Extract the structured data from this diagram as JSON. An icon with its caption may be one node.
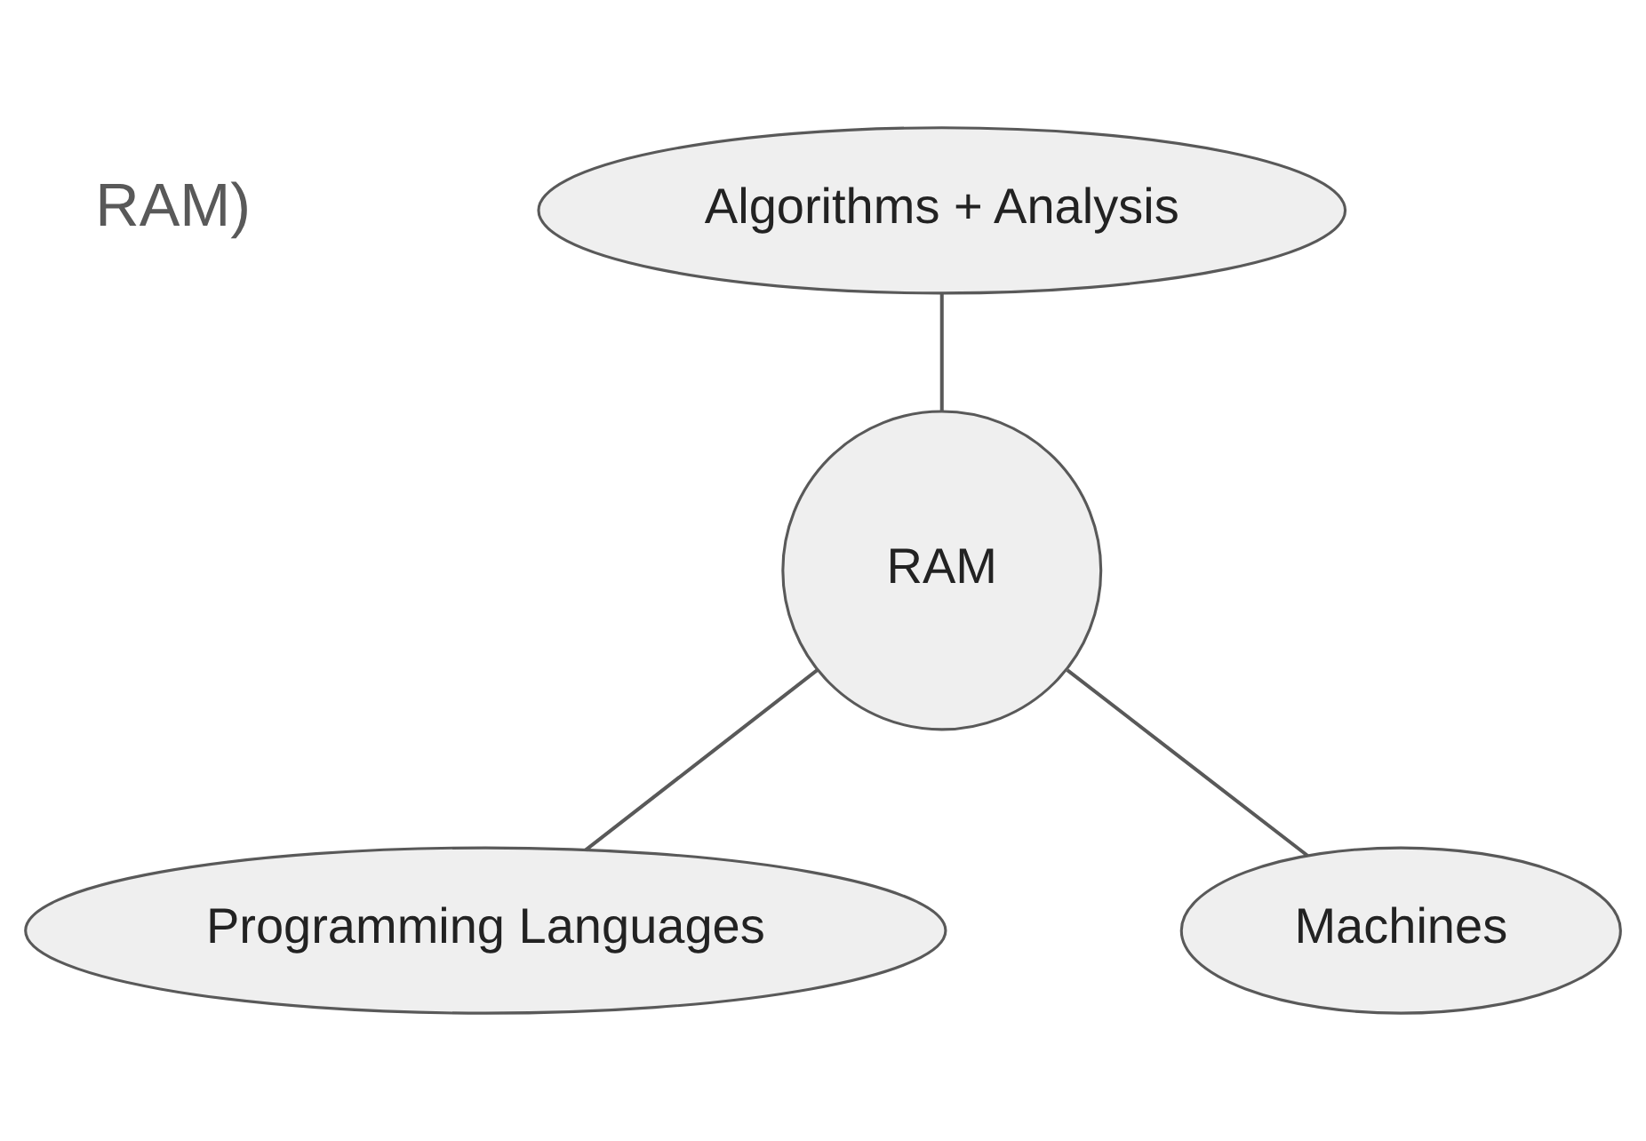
{
  "diagram": {
    "nodes": [
      {
        "text": [
          "Algorithms + Analysis"
        ]
      },
      {
        "text": [
          "RAM"
        ]
      },
      {
        "text": [
          "Programming Languages"
        ]
      },
      {
        "text": [
          "Machines"
        ]
      }
    ],
    "edges": [
      {
        "from": 0,
        "to": 1,
        "arrow": "none"
      },
      {
        "from": 1,
        "to": 2,
        "arrow": "none"
      },
      {
        "from": 1,
        "to": 3,
        "arrow": "none"
      }
    ],
    "labels": [
      "RAM)"
    ]
  }
}
